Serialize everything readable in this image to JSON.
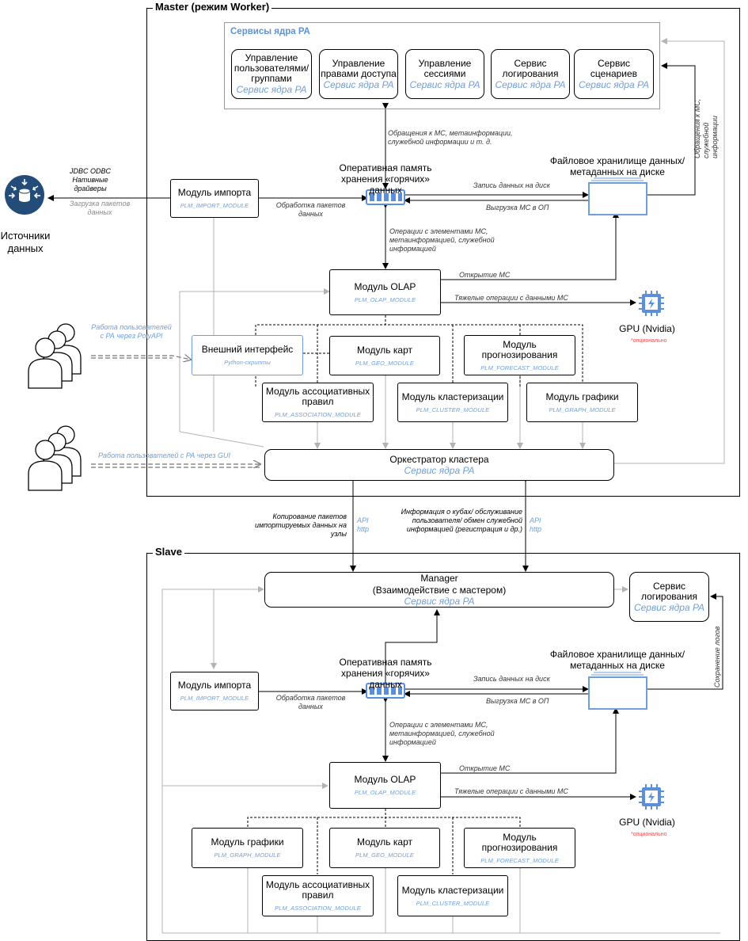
{
  "master": {
    "frame_title": "Master (режим Worker)",
    "core_title": "Сервисы ядра РА",
    "core_services": [
      {
        "title": "Управление пользователями/ группами",
        "sub": "Сервис ядра РА"
      },
      {
        "title": "Управление правами доступа",
        "sub": "Сервис ядра РА"
      },
      {
        "title": "Управление сессиями",
        "sub": "Сервис ядра РА"
      },
      {
        "title": "Сервис логирования",
        "sub": "Сервис ядра РА"
      },
      {
        "title": "Сервис сценариев",
        "sub": "Сервис ядра РА"
      }
    ],
    "ram": {
      "title": "Оперативная память хранения «горячих» данных"
    },
    "storage": {
      "title": "Файловое  хранилище данных/метаданных на диске"
    },
    "import": {
      "title": "Модуль импорта",
      "module": "PLM_IMPORT_MODULE"
    },
    "olap": {
      "title": "Модуль OLAP",
      "module": "PLM_OLAP_MODULE"
    },
    "gpu": {
      "title": "GPU (Nvidia)",
      "note": "*опционально"
    },
    "external": {
      "title": "Внешний интерфейс",
      "module": "Python-скрипты"
    },
    "maps": {
      "title": "Модуль карт",
      "module": "PLM_GEO_MODULE"
    },
    "forecast": {
      "title": "Модуль прогнозирования",
      "module": "PLM_FORECAST_MODULE"
    },
    "association": {
      "title": "Модуль ассоциативных правил",
      "module": "PLM_ASSOCIATION_MODULE"
    },
    "cluster": {
      "title": "Модуль кластеризации",
      "module": "PLM_CLUSTER_MODULE"
    },
    "graph": {
      "title": "Модуль графики",
      "module": "PLM_GRAPH_MODULE"
    },
    "orchestrator": {
      "title": "Оркестратор кластера",
      "sub": "Сервис ядра РА"
    },
    "labels": {
      "ms_requests": "Обращения к МС, метаинформации, служебной информации и т. д.",
      "ms_requests_right": "Обращения к МС, служебной информации",
      "write_disk": "Запись данных на диск",
      "unload_ms": "Выгрузка МС в ОП",
      "import_processing": "Обработка пакетов данных",
      "operations": "Операции с элементами МС, метаинформацией, служебной информацией",
      "open_ms": "Открытие МС",
      "heavy_ops": "Тяжелые операции с данными МС",
      "polyapi": "Работа пользователей с РА через PolyAPI",
      "gui": "Работа пользователей с РА через GUI",
      "drivers": "JDBC ODBC Нативные драйверы",
      "load_packets": "Загрузка пакетов данных"
    }
  },
  "sources": {
    "title": "Источники данных"
  },
  "between": {
    "copy_packets": "Копирование пакетов импортируемых данных на узлы",
    "api_left": "API http",
    "info_cubes": "Информация о кубах/ обслуживание пользователя/ обмен служебной информацией (регистрация и др.)",
    "api_right": "API http"
  },
  "slave": {
    "frame_title": "Slave",
    "manager": {
      "title": "Manager",
      "subtitle": "(Взаимодействие с мастером)",
      "sub": "Сервис ядра РА"
    },
    "logging": {
      "title": "Сервис логирования",
      "sub": "Сервис ядра РА"
    },
    "ram": {
      "title": "Оперативная память хранения «горячих» данных"
    },
    "storage": {
      "title": "Файловое  хранилище данных/метаданных на диске"
    },
    "import": {
      "title": "Модуль импорта",
      "module": "PLM_IMPORT_MODULE"
    },
    "olap": {
      "title": "Модуль OLAP",
      "module": "PLM_OLAP_MODULE"
    },
    "gpu": {
      "title": "GPU (Nvidia)",
      "note": "*опционально"
    },
    "graph": {
      "title": "Модуль графики",
      "module": "PLM_GRAPH_MODULE"
    },
    "maps": {
      "title": "Модуль карт",
      "module": "PLM_GEO_MODULE"
    },
    "forecast": {
      "title": "Модуль прогнозирования",
      "module": "PLM_FORECAST_MODULE"
    },
    "association": {
      "title": "Модуль ассоциативных правил",
      "module": "PLM_ASSOCIATION_MODULE"
    },
    "cluster": {
      "title": "Модуль кластеризации",
      "module": "PLM_CLUSTER_MODULE"
    },
    "labels": {
      "write_disk": "Запись данных на диск",
      "unload_ms": "Выгрузка МС в ОП",
      "import_processing": "Обработка пакетов данных",
      "operations": "Операции с элементами МС, метаинформацией, служебной информацией",
      "open_ms": "Открытие МС",
      "heavy_ops": "Тяжелые операции с данными МС",
      "save_logs": "Сохранение логов"
    }
  }
}
